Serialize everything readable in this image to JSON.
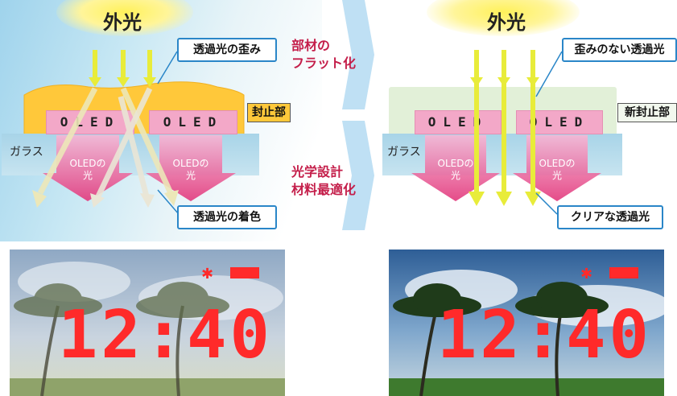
{
  "left": {
    "title": "外光",
    "callout_distortion": "透過光の歪み",
    "callout_coloring": "透過光の着色",
    "seal_label": "封止部",
    "oled_1": "OLED",
    "oled_2": "OLED",
    "glass_label": "ガラス",
    "oled_light_1": [
      "OLEDの",
      "光"
    ],
    "oled_light_2": [
      "OLEDの",
      "光"
    ],
    "clock": "12:40"
  },
  "middle": {
    "top_label": [
      "部材の",
      "フラット化"
    ],
    "bottom_label": [
      "光学設計",
      "材料最適化"
    ]
  },
  "right": {
    "title": "外光",
    "callout_nodistortion": "歪みのない透過光",
    "callout_clear": "クリアな透過光",
    "seal_label": "新封止部",
    "oled_1": "OLED",
    "oled_2": "OLED",
    "glass_label": "ガラス",
    "oled_light_1": [
      "OLEDの",
      "光"
    ],
    "oled_light_2": [
      "OLEDの",
      "光"
    ],
    "clock": "12:40"
  },
  "colors": {
    "sun": "#fff15a",
    "seal_left": "#ffc83a",
    "seal_right": "#e2f0d8",
    "oled": "#f3a8c8",
    "callout_border": "#2a86c8",
    "mid_text": "#c41e4a",
    "mid_arrow": "#bfe0f4",
    "light_ray": "#e8ec3a",
    "clock_digits": "#ff2a2a"
  },
  "icons": {
    "bluetooth": "bluetooth-icon",
    "battery": "battery-icon"
  }
}
